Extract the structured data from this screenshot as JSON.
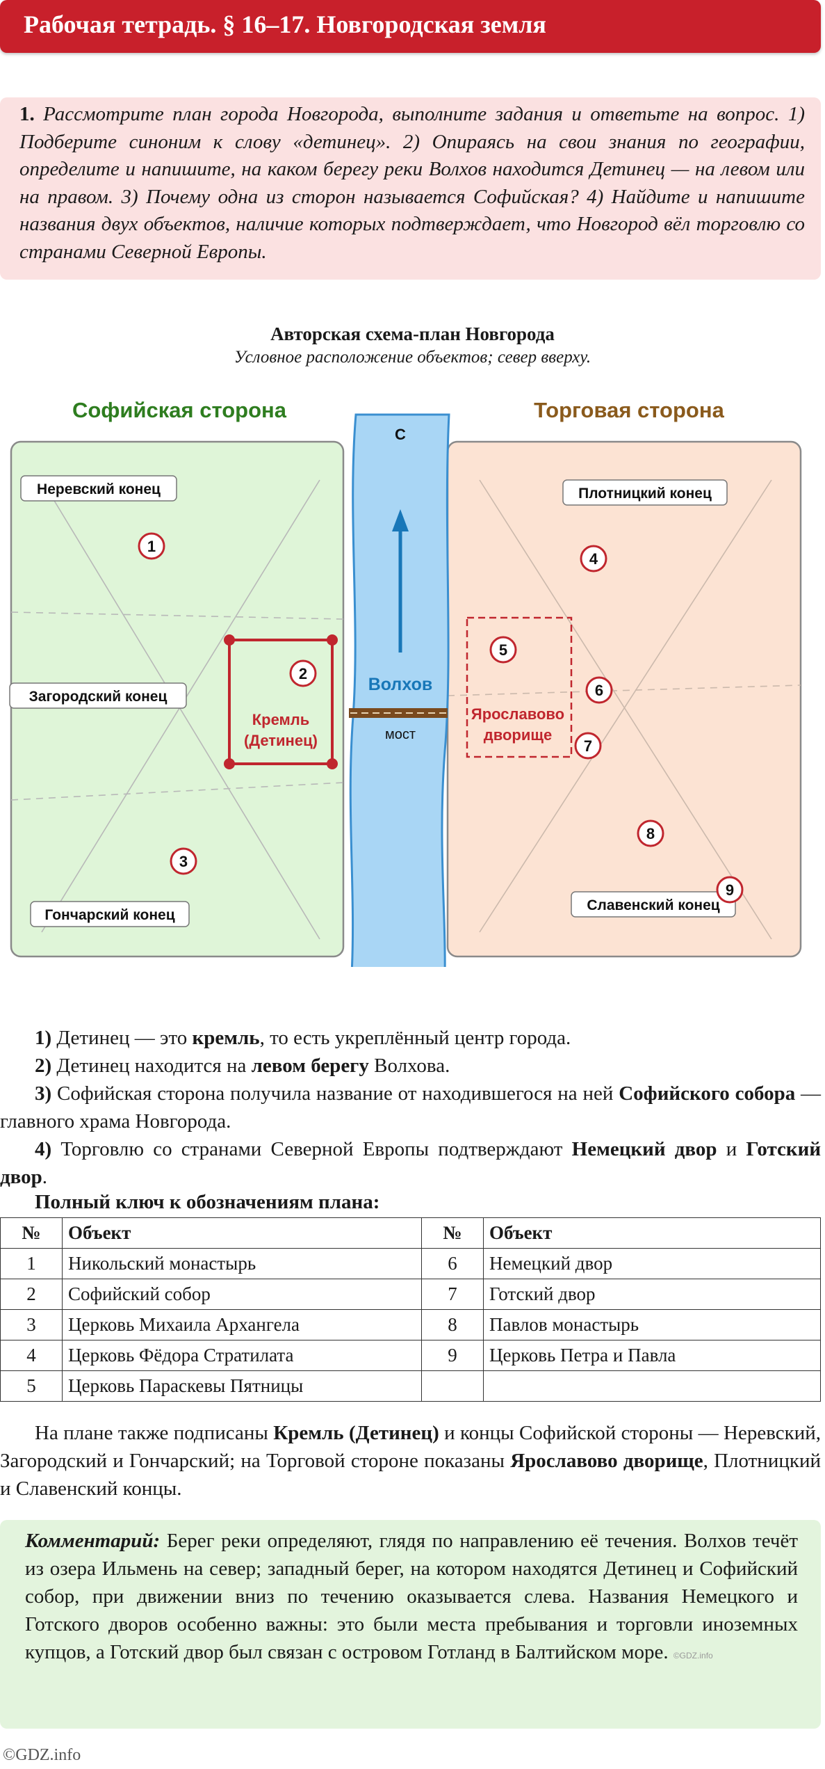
{
  "header": {
    "title": "Рабочая тетрадь. § 16–17. Новгородская земля"
  },
  "task": {
    "number": "1.",
    "text": "Рассмотрите план города Новгорода, выполните задания и ответьте на вопрос. 1) Подберите синоним к слову «детинец». 2) Опираясь на свои знания по географии, определите и напишите, на каком берегу реки Волхов находится Детинец — на левом или на правом. 3) Почему одна из сторон называется Софийская? 4) Найдите и напишите названия двух объектов, наличие которых подтверждает, что Новгород вёл торговлю со странами Северной Европы."
  },
  "plan": {
    "title": "Авторская схема-план Новгорода",
    "subtitle": "Условное расположение объектов; север вверху.",
    "sofia_side": "Софийская сторона",
    "trade_side": "Торговая сторона",
    "north": "С",
    "river": "Волхов",
    "bridge": "мост",
    "kremlin": [
      "Кремль",
      "(Детинец)"
    ],
    "yaroslav": [
      "Ярославово",
      "дворище"
    ],
    "ends": {
      "nerevsky": "Неревский конец",
      "zagorodsky": "Загородский конец",
      "goncharsky": "Гончарский конец",
      "plotnitsky": "Плотницкий конец",
      "slavensky": "Славенский конец"
    },
    "markers": [
      "1",
      "2",
      "3",
      "4",
      "5",
      "6",
      "7",
      "8",
      "9"
    ],
    "colors": {
      "sofia": "#dff5d8",
      "trade": "#fce3d3",
      "river": "#a9d6f5",
      "accent": "#c0262e",
      "sofia_title": "#2e7d1f",
      "trade_title": "#8a5a1c"
    }
  },
  "answers": {
    "a1_num": "1)",
    "a1_pre": "Детинец — это",
    "a1_bold": "кремль",
    "a1_post": ", то есть укреплённый центр города.",
    "a2_num": "2)",
    "a2_pre": "Детинец находится на",
    "a2_bold": "левом берегу",
    "a2_post": "Волхова.",
    "a3_num": "3)",
    "a3_pre": "Софийская сторона получила название от находившегося на ней",
    "a3_bold": "Софийского собора",
    "a3_post": "— главного храма Новгорода.",
    "a4_num": "4)",
    "a4_pre": "Торговлю со странами Северной Европы подтверждают",
    "a4_bold1": "Немецкий двор",
    "a4_mid": "и",
    "a4_bold2": "Готский двор",
    "a4_post": "."
  },
  "key": {
    "title": "Полный ключ к обозначениям плана:",
    "col_num": "№",
    "col_obj": "Объект",
    "rows": [
      {
        "n1": "1",
        "o1": "Никольский монастырь",
        "n2": "6",
        "o2": "Немецкий двор"
      },
      {
        "n1": "2",
        "o1": "Софийский собор",
        "n2": "7",
        "o2": "Готский двор"
      },
      {
        "n1": "3",
        "o1": "Церковь Михаила Архангела",
        "n2": "8",
        "o2": "Павлов монастырь"
      },
      {
        "n1": "4",
        "o1": "Церковь Фёдора Стратилата",
        "n2": "9",
        "o2": "Церковь Петра и Павла"
      },
      {
        "n1": "5",
        "o1": "Церковь Параскевы Пятницы",
        "n2": "",
        "o2": ""
      }
    ]
  },
  "after": {
    "pre": "На плане также подписаны",
    "bold1": "Кремль (Детинец)",
    "mid": "и концы Софийской стороны — Неревский, Загородский и Гончарский; на Торговой стороне показаны",
    "bold2": "Ярославово дворище",
    "post": ", Плотницкий и Славенский концы."
  },
  "comment": {
    "label": "Комментарий:",
    "text": "Берег реки определяют, глядя по направлению её течения. Волхов течёт из озера Ильмень на север; западный берег, на котором находятся Детинец и Софийский собор, при движении вниз по течению оказывается слева. Названия Немецкого и Готского дворов особенно важны: это были места пребывания и торговли иноземных купцов, а Готский двор был связан с островом Готланд в Балтийском море.",
    "mark": "©GDZ.info"
  },
  "footer": {
    "text": "©GDZ.info"
  }
}
